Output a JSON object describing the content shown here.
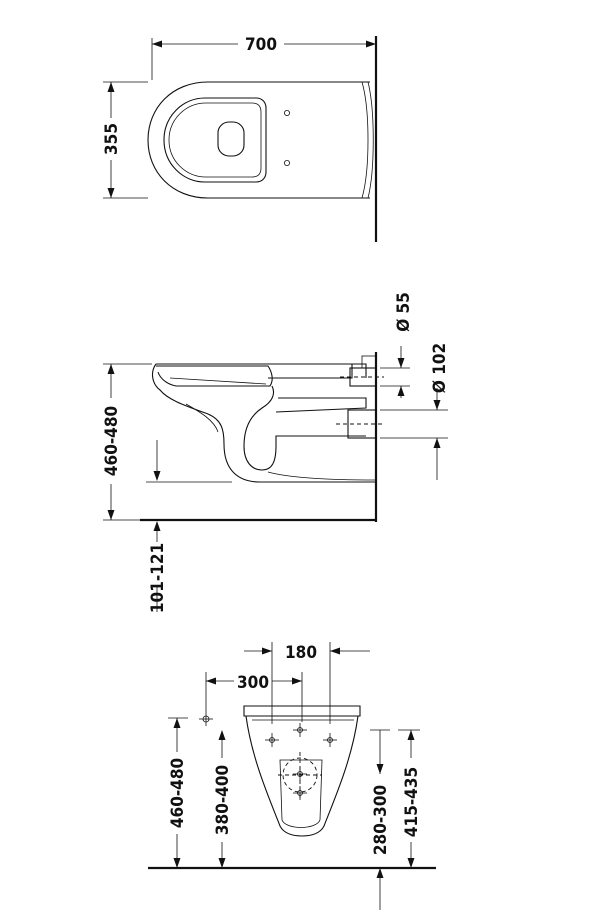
{
  "top_view": {
    "width_label": "700",
    "depth_label": "355"
  },
  "side_view": {
    "pipe_small_label": "Ø 55",
    "pipe_large_label": "Ø 102",
    "height_label": "460-480",
    "clearance_label": "101-121"
  },
  "front_view": {
    "offset_180_label": "180",
    "offset_300_label": "300",
    "height_label": "460-480",
    "inner_height_label": "380-400",
    "drain_height_label": "280-300",
    "top_height_label": "415-435"
  }
}
